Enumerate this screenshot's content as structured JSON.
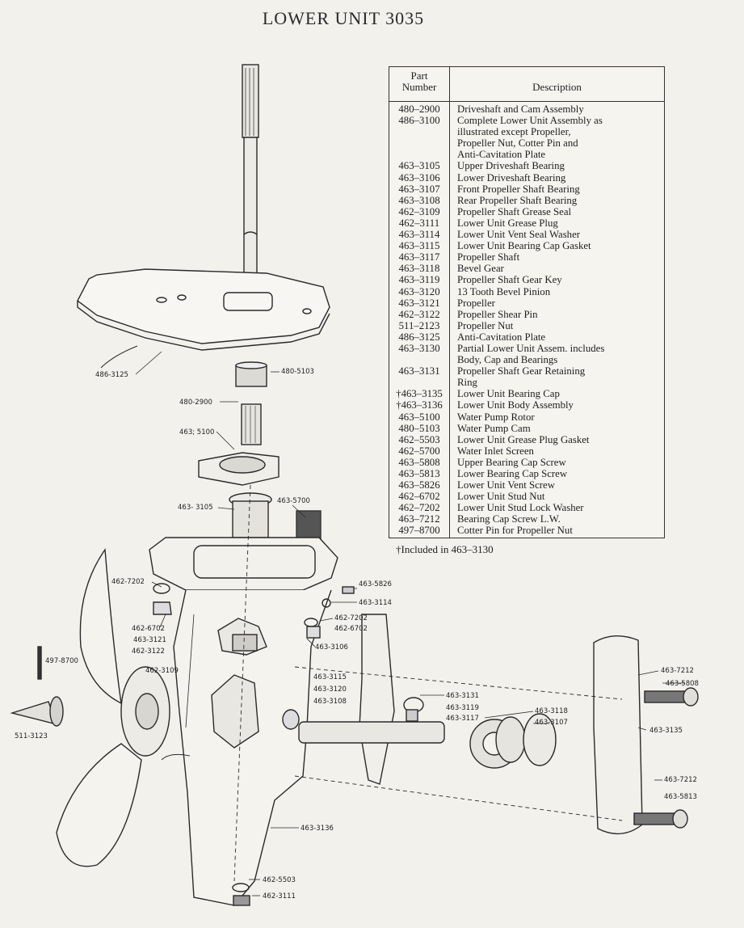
{
  "title": "LOWER UNIT 3035",
  "table": {
    "header_number": "Part\nNumber",
    "header_description": "Description",
    "rows": [
      {
        "num": "480–2900",
        "desc": "Driveshaft and Cam Assembly"
      },
      {
        "num": "486–3100",
        "desc": "Complete Lower Unit Assembly as\n    illustrated except Propeller,\n    Propeller Nut, Cotter Pin and\n    Anti-Cavitation Plate"
      },
      {
        "num": "463–3105",
        "desc": "Upper Driveshaft Bearing"
      },
      {
        "num": "463–3106",
        "desc": "Lower Driveshaft Bearing"
      },
      {
        "num": "463–3107",
        "desc": "Front Propeller Shaft Bearing"
      },
      {
        "num": "463–3108",
        "desc": "Rear Propeller Shaft Bearing"
      },
      {
        "num": "462–3109",
        "desc": "Propeller Shaft Grease Seal"
      },
      {
        "num": "462–3111",
        "desc": "Lower Unit Grease Plug"
      },
      {
        "num": "463–3114",
        "desc": "Lower Unit Vent Seal Washer"
      },
      {
        "num": "463–3115",
        "desc": "Lower Unit Bearing Cap Gasket"
      },
      {
        "num": "463–3117",
        "desc": "Propeller Shaft"
      },
      {
        "num": "463–3118",
        "desc": "Bevel Gear"
      },
      {
        "num": "463–3119",
        "desc": "Propeller Shaft Gear Key"
      },
      {
        "num": "463–3120",
        "desc": "13 Tooth Bevel Pinion"
      },
      {
        "num": "463–3121",
        "desc": "Propeller"
      },
      {
        "num": "462–3122",
        "desc": "Propeller Shear Pin"
      },
      {
        "num": "511–2123",
        "desc": "Propeller Nut"
      },
      {
        "num": "486–3125",
        "desc": "Anti-Cavitation Plate"
      },
      {
        "num": "463–3130",
        "desc": "Partial Lower Unit Assem. includes\n    Body, Cap and Bearings"
      },
      {
        "num": "463–3131",
        "desc": "Propeller Shaft Gear Retaining\n    Ring"
      },
      {
        "num": "†463–3135",
        "desc": "Lower Unit Bearing Cap"
      },
      {
        "num": "†463–3136",
        "desc": "Lower Unit Body Assembly"
      },
      {
        "num": "463–5100",
        "desc": "Water Pump Rotor"
      },
      {
        "num": "480–5103",
        "desc": "Water Pump Cam"
      },
      {
        "num": "462–5503",
        "desc": "Lower Unit Grease Plug Gasket"
      },
      {
        "num": "462–5700",
        "desc": "Water Inlet Screen"
      },
      {
        "num": "463–5808",
        "desc": "Upper Bearing Cap Screw"
      },
      {
        "num": "463–5813",
        "desc": "Lower Bearing Cap Screw"
      },
      {
        "num": "463–5826",
        "desc": "Lower Unit Vent Screw"
      },
      {
        "num": "462–6702",
        "desc": "Lower Unit Stud Nut"
      },
      {
        "num": "462–7202",
        "desc": "Lower Unit Stud Lock Washer"
      },
      {
        "num": "463–7212",
        "desc": "Bearing Cap Screw L.W."
      },
      {
        "num": "497–8700",
        "desc": "Cotter Pin for Propeller Nut"
      }
    ]
  },
  "footnote": "†Included in 463–3130",
  "callouts": {
    "c486_3125": "486-3125",
    "c480_5103": "480-5103",
    "c480_2900": "480-2900",
    "c463_5100": "463; 5100",
    "c463_3105": "463- 3105",
    "c463_5700": "463-5700",
    "c462_7202a": "462-7202",
    "c462_6702a": "462-6702",
    "c463_3121": "463-3121",
    "c462_3122": "462-3122",
    "c497_8700": "497-8700",
    "c462_3109": "462-3109",
    "c511_3123": "511-3123",
    "c463_5826": "463-5826",
    "c463_3114": "463-3114",
    "c462_7202b": "462-7202",
    "c462_6702b": "462-6702",
    "c463_3106": "463-3106",
    "c463_3115": "463-3115",
    "c463_3120": "463-3120",
    "c463_3108": "463-3108",
    "c463_3131": "463-3131",
    "c463_3119": "463-3119",
    "c463_3117": "463-3117",
    "c463_3118": "463-3118",
    "c463_3107": "463-3107",
    "c463_7212a": "463-7212",
    "c463_5808": "463-5808",
    "c463_3135": "463-3135",
    "c463_7212b": "463-7212",
    "c463_5813": "463-5813",
    "c463_3136": "463-3136",
    "c462_5503": "462-5503",
    "c462_3111": "462-3111"
  }
}
